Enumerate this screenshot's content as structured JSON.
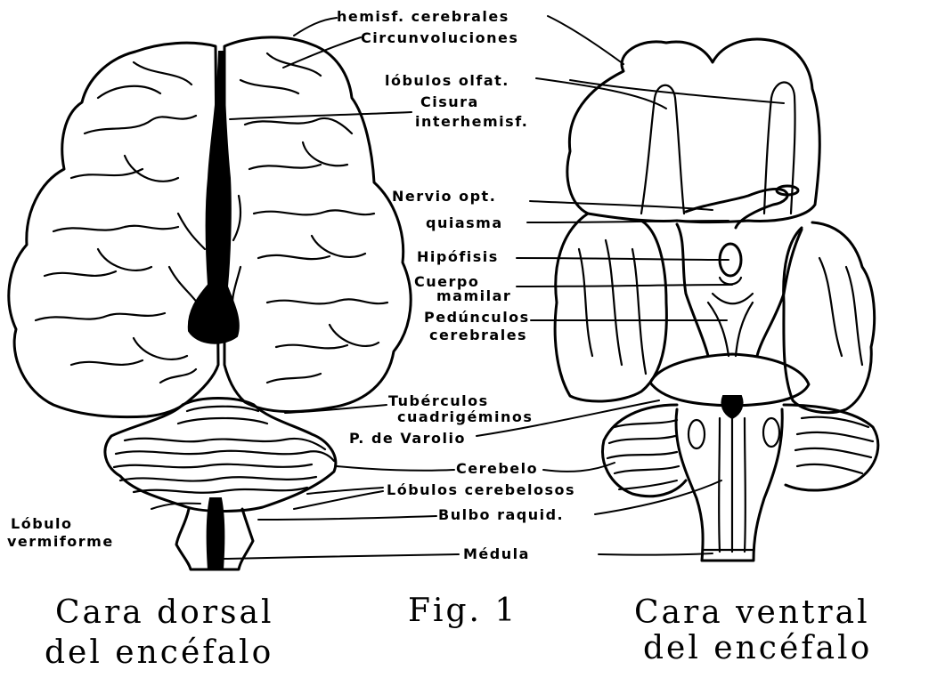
{
  "labels": {
    "hemisf_cerebrales": "hemisf. cerebrales",
    "circunvoluciones": "Circunvoluciones",
    "lobulos_olfat": "lóbulos olfat.",
    "cisura_1": "Cisura",
    "cisura_2": "interhemisf.",
    "nervio_opt": "Nervio opt.",
    "quiasma": "quiasma",
    "hipofisis": "Hipófisis",
    "cuerpo_1": "Cuerpo",
    "cuerpo_2": "mamilar",
    "pedunculos_1": "Pedúnculos",
    "pedunculos_2": "cerebrales",
    "tuberculos_1": "Tubérculos",
    "tuberculos_2": "cuadrigéminos",
    "p_de_varolio": "P. de Varolio",
    "cerebelo": "Cerebelo",
    "lobulos_cerebelosos": "Lóbulos cerebelosos",
    "bulbo_raquid": "Bulbo raquid.",
    "lobulo_1": "Lóbulo",
    "lobulo_2": "vermiforme",
    "medula": "Médula"
  },
  "captions": {
    "dorsal_1": "Cara dorsal",
    "dorsal_2": "del encéfalo",
    "fig": "Fig. 1",
    "ventral_1": "Cara ventral",
    "ventral_2": "del encéfalo"
  }
}
